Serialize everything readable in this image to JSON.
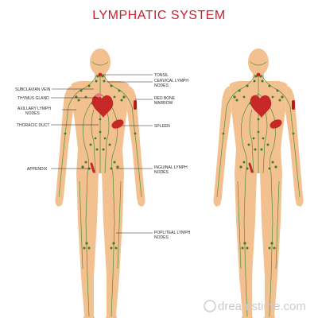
{
  "title": "LYMPHATIC SYSTEM",
  "labels": {
    "tonsil": "TONSIL",
    "cervical_line1": "CERVICAL LYMPH",
    "cervical_line2": "NODES",
    "red_bone_line1": "RED BONE",
    "red_bone_line2": "MARROW",
    "spleen": "SPLEEN",
    "inguinal_line1": "INGUINAL LYMPH",
    "inguinal_line2": "NODES",
    "popliteal_line1": "POPLITEAL LYMPH",
    "popliteal_line2": "NODES",
    "subclavian": "SUBCLAVIAN VEIN",
    "thymus": "THYMUS GLAND",
    "axillary_line1": "AXILLARY LYMPH",
    "axillary_line2": "NODES",
    "thoracic": "THORACIC DUCT",
    "appendix": "APPENDIX"
  },
  "watermark": "dreamstime.com",
  "colors": {
    "title": "#cc1f2e",
    "skin": "#f3c08f",
    "lymph": "#4f8f3c",
    "node": "#3c7c2a",
    "heart": "#c62828",
    "spleen": "#c62828",
    "marrow": "#b71c1c"
  },
  "icons": [
    "heart-icon",
    "spleen-icon",
    "body-figure",
    "watermark-logo"
  ]
}
